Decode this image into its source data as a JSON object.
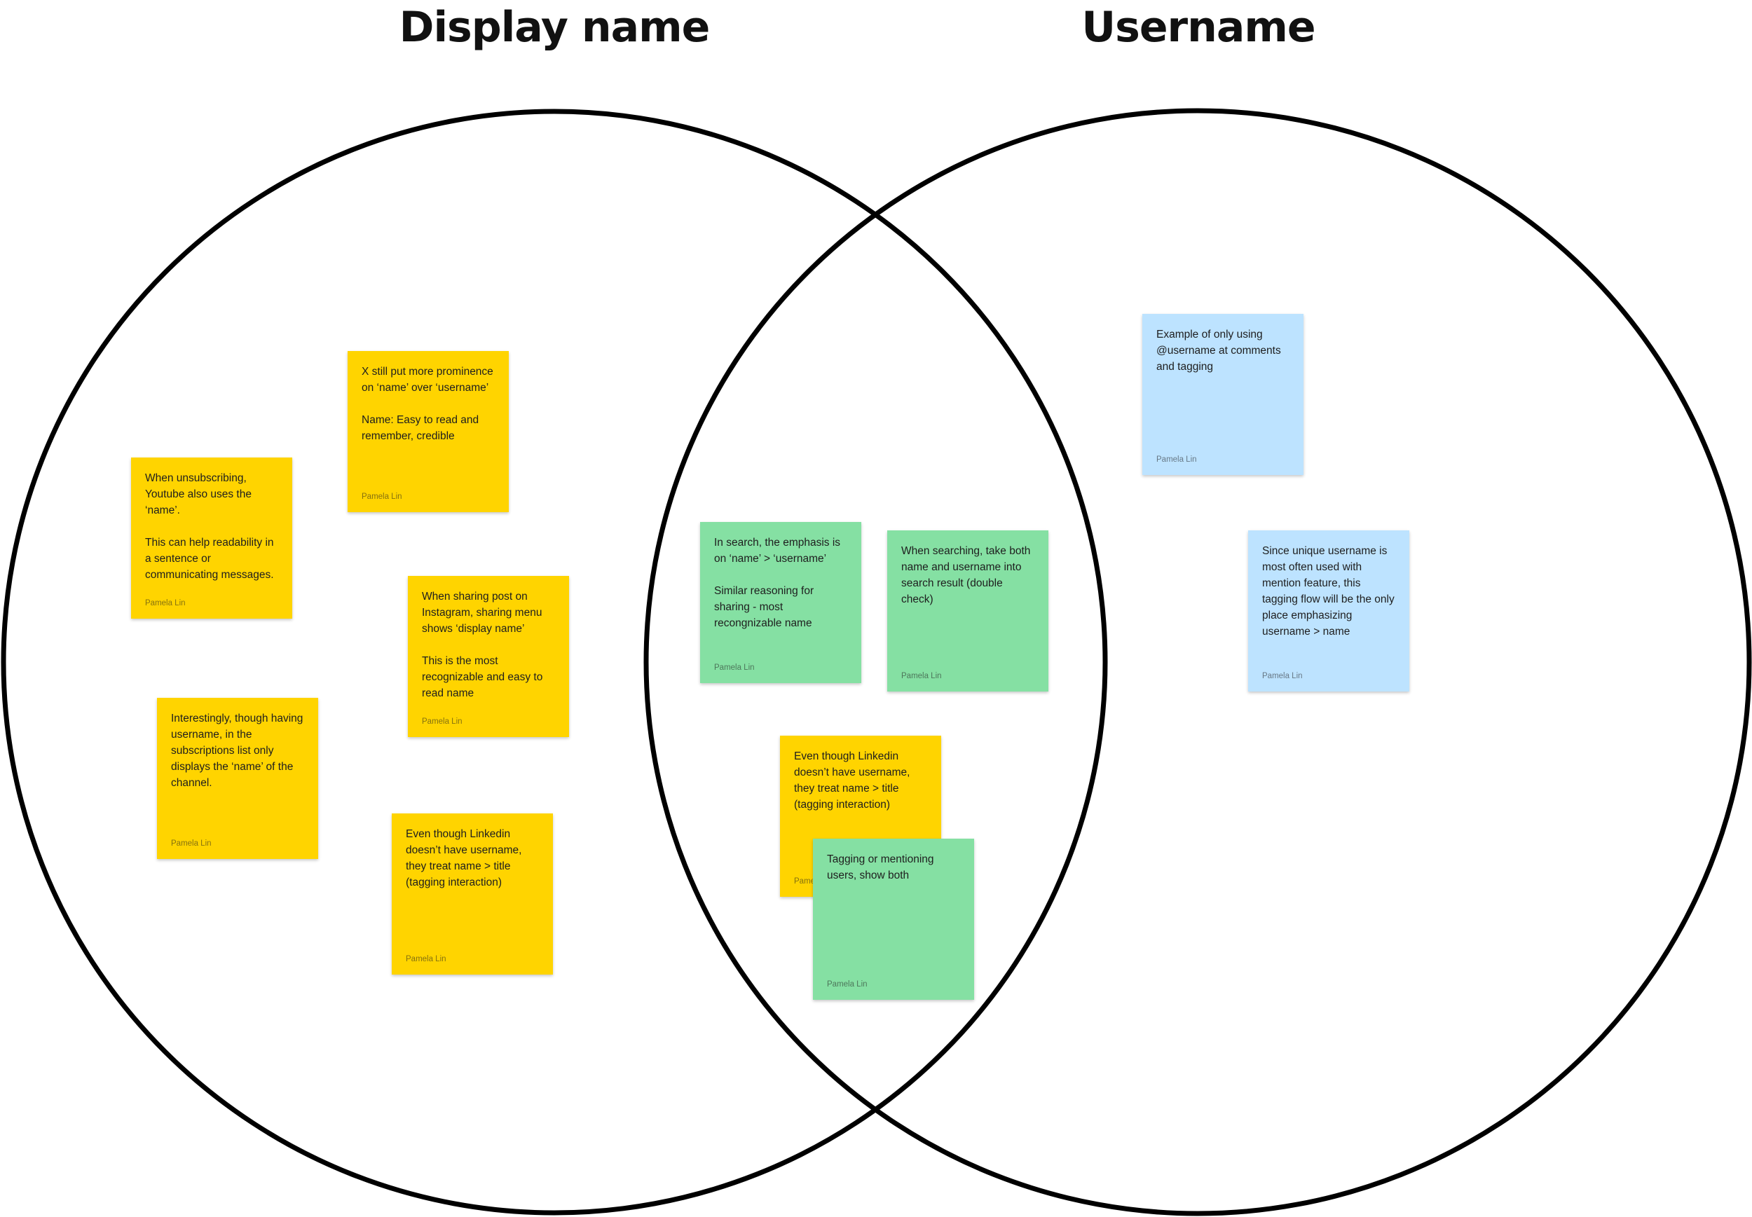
{
  "headings": {
    "left": "Display name",
    "right": "Username"
  },
  "colors": {
    "yellow": "#ffd400",
    "green": "#85e0a3",
    "blue": "#bde3ff",
    "stroke": "#000000"
  },
  "notes": [
    {
      "color": "yellow",
      "text": "X still put more prominence on ‘name’ over ‘username’\n\nName: Easy to read and remember, credible",
      "author": "Pamela Lin"
    },
    {
      "color": "yellow",
      "text": "When unsubscribing, Youtube also uses the ‘name’.\n\nThis can help readability in a sentence or communicating messages.",
      "author": "Pamela Lin"
    },
    {
      "color": "yellow",
      "text": "When sharing post on Instagram, sharing menu shows ‘display name’\n\nThis is the most recognizable and easy to read name",
      "author": "Pamela Lin"
    },
    {
      "color": "yellow",
      "text": "Interestingly, though having username, in the subscriptions list only displays the ‘name’ of the channel.",
      "author": "Pamela Lin"
    },
    {
      "color": "yellow",
      "text": "Even though Linkedin doesn’t have username, they treat name > title (tagging interaction)",
      "author": "Pamela Lin"
    },
    {
      "color": "green",
      "text": "In search, the emphasis is on ‘name’ > ‘username’\n\nSimilar reasoning for sharing - most recongnizable name",
      "author": "Pamela Lin"
    },
    {
      "color": "green",
      "text": "When searching, take both name and username into search result (double check)",
      "author": "Pamela Lin"
    },
    {
      "color": "yellow",
      "text": "Even though Linkedin doesn’t have username, they treat name > title (tagging interaction)",
      "author": "Pamela Lin"
    },
    {
      "color": "green",
      "text": "Tagging or mentioning users, show both",
      "author": "Pamela Lin"
    },
    {
      "color": "blue",
      "text": "Example of only using @username at comments and tagging",
      "author": "Pamela Lin"
    },
    {
      "color": "blue",
      "text": "Since unique username is most often used with mention feature, this tagging flow will be the only place emphasizing username > name",
      "author": "Pamela Lin"
    }
  ]
}
